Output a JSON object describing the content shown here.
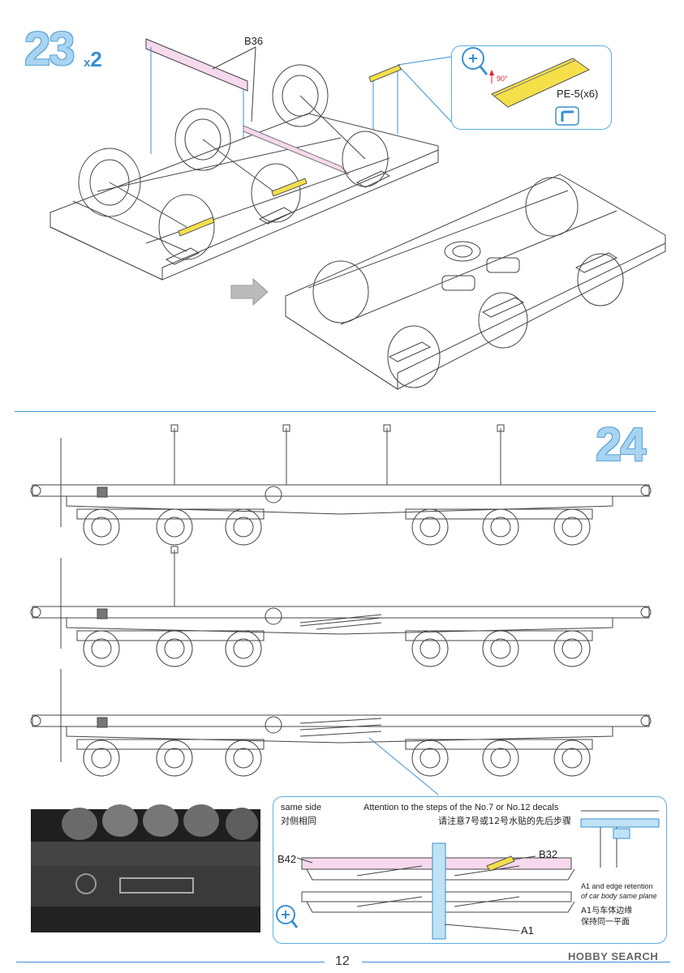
{
  "step23": {
    "number": "23",
    "multiplier_x": "x",
    "multiplier_n": "2",
    "part_b36": "B36",
    "part_pe5": "PE-5(x6)",
    "angle": "90°",
    "icons": [
      "magnifier-icon",
      "bend-icon",
      "arrow-right-icon"
    ]
  },
  "step24": {
    "number": "24",
    "note_same_side_en": "same side",
    "note_same_side_cn": "对侧相同",
    "note_attention_en": "Attention to the steps of the No.7 or No.12 decals",
    "note_attention_cn": "请注意7号或12号水贴的先后步骤",
    "part_b42": "B42",
    "part_b32": "B32",
    "part_a1": "A1",
    "note_a1_line1": "A1 and edge retention",
    "note_a1_line2": "of car body same plane",
    "note_a1_cn1": "A1与车体边缘",
    "note_a1_cn2": "保持同一平面",
    "icons": [
      "magnifier-icon"
    ]
  },
  "footer": {
    "page_number": "12",
    "watermark": "HOBBY SEARCH"
  },
  "colors": {
    "accent": "#3a8fd0",
    "step_fill": "#a8d4f2",
    "part_highlight_pink": "#f6d9ec",
    "part_highlight_yellow": "#f5e04a",
    "part_highlight_blue": "#bfe3f5"
  }
}
